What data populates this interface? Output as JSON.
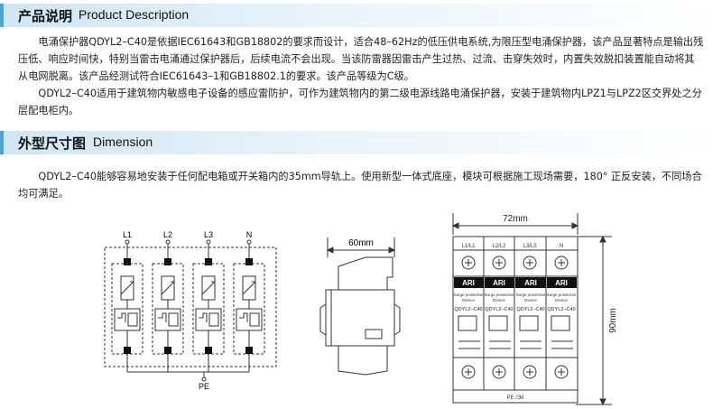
{
  "section1": {
    "title_cn": "产品说明",
    "title_en": "Product Description",
    "para1": "电涌保护器QDYL2–C40是依据IEC61643和GB18802的要求而设计，适合48–62Hz的低压供电系统,为限压型电涌保护器，该产品显著特点是输出残压低、响应时间快，特别当雷击电涌通过保护器后，后续电流不会出现。当该防雷器因雷击产生过热、过流、击穿失效时，内置失效脱扣装置能自动将其从电网脱离。该产品经测试符合IEC61643–1和GB18802.1的要求。该产品等级为C级。",
    "para2": "QDYL2–C40适用于建筑物内敏感电子设备的感应雷防护，可作为建筑物内的第二级电源线路电涌保护器，安装于建筑物内LPZ1与LPZ2区交界处之分层配电柜内。"
  },
  "section2": {
    "title_cn": "外型尺寸图",
    "title_en": "Dimension",
    "para": "QDYL2–C40能够容易地安装于任何配电箱或开关箱内的35mm导轨上。使用新型一体式底座，模块可根据施工现场需要，180° 正反安装，不同场合均可满足。"
  },
  "schematic": {
    "phases": [
      "L1",
      "L2",
      "L3",
      "N"
    ],
    "ground": "PE"
  },
  "side_view": {
    "width_label": "60mm"
  },
  "front_view": {
    "width_label": "72mm",
    "height_label": "90mm",
    "terminal_labels": [
      "L1/L1",
      "L2/L2",
      "L3/L3",
      "N"
    ],
    "brand": "ARI",
    "module_text_1": "Surge protective",
    "module_text_2": "Device",
    "model": "QDYL2–C40",
    "bottom_label": "PE /Эd"
  },
  "colors": {
    "header_accent": "#4ba3d6",
    "header_bg": "#cfe6f4"
  }
}
